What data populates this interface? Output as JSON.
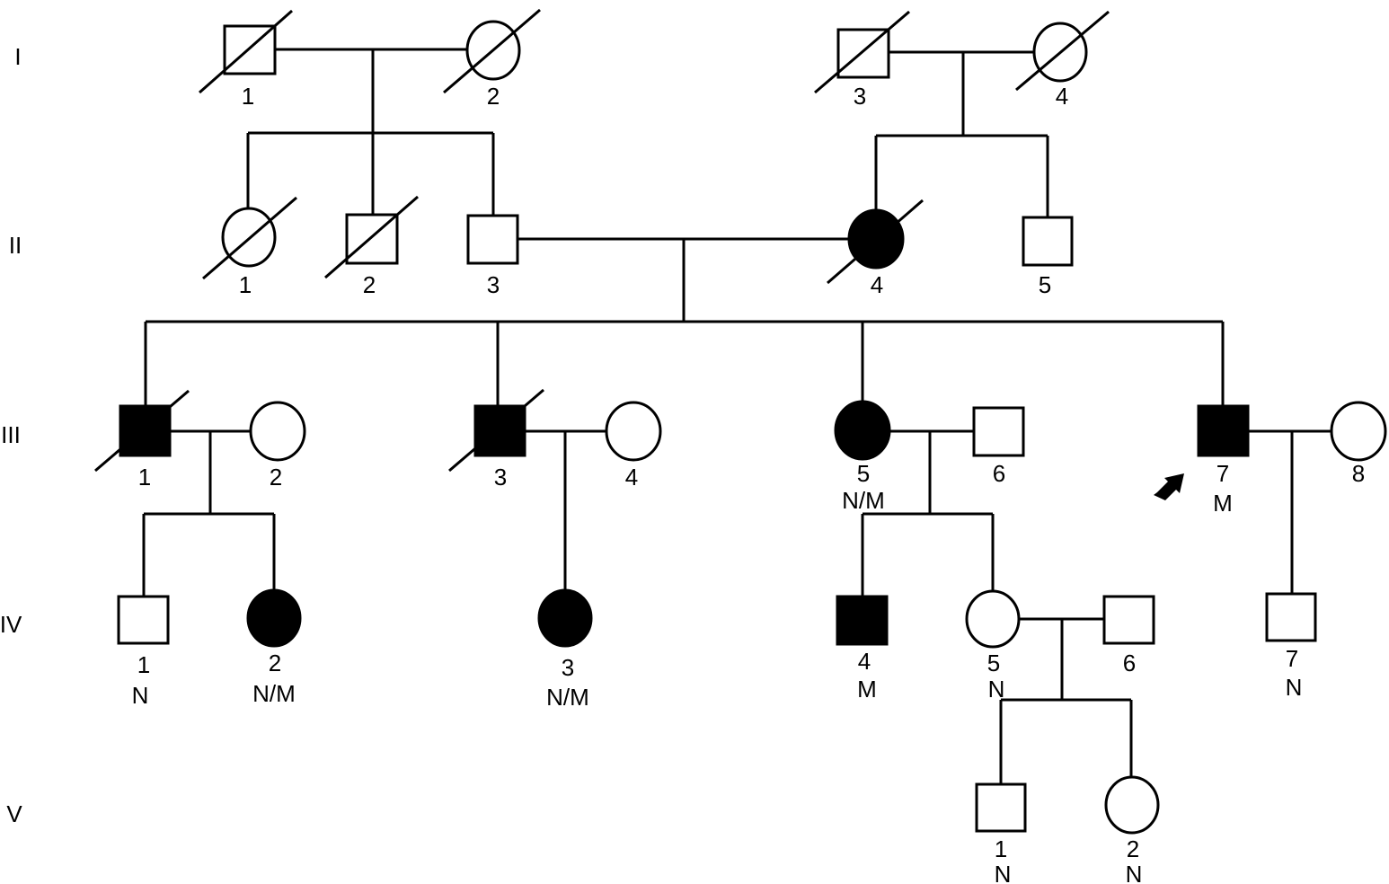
{
  "generations": [
    "I",
    "II",
    "III",
    "IV",
    "V"
  ],
  "individuals": {
    "I_1": {
      "number": "1",
      "sex": "male",
      "affected": false,
      "deceased": true
    },
    "I_2": {
      "number": "2",
      "sex": "female",
      "affected": false,
      "deceased": true
    },
    "I_3": {
      "number": "3",
      "sex": "male",
      "affected": false,
      "deceased": true
    },
    "I_4": {
      "number": "4",
      "sex": "female",
      "affected": false,
      "deceased": true
    },
    "II_1": {
      "number": "1",
      "sex": "female",
      "affected": false,
      "deceased": true
    },
    "II_2": {
      "number": "2",
      "sex": "male",
      "affected": false,
      "deceased": true
    },
    "II_3": {
      "number": "3",
      "sex": "male",
      "affected": false,
      "deceased": false
    },
    "II_4": {
      "number": "4",
      "sex": "female",
      "affected": true,
      "deceased": true
    },
    "II_5": {
      "number": "5",
      "sex": "male",
      "affected": false,
      "deceased": false
    },
    "III_1": {
      "number": "1",
      "sex": "male",
      "affected": true,
      "deceased": true
    },
    "III_2": {
      "number": "2",
      "sex": "female",
      "affected": false,
      "deceased": false
    },
    "III_3": {
      "number": "3",
      "sex": "male",
      "affected": true,
      "deceased": true
    },
    "III_4": {
      "number": "4",
      "sex": "female",
      "affected": false,
      "deceased": false
    },
    "III_5": {
      "number": "5",
      "sex": "female",
      "affected": true,
      "deceased": false,
      "genotype": "N/M"
    },
    "III_6": {
      "number": "6",
      "sex": "male",
      "affected": false,
      "deceased": false
    },
    "III_7": {
      "number": "7",
      "sex": "male",
      "affected": true,
      "deceased": false,
      "genotype": "M",
      "proband": true
    },
    "III_8": {
      "number": "8",
      "sex": "female",
      "affected": false,
      "deceased": false
    },
    "IV_1": {
      "number": "1",
      "sex": "male",
      "affected": false,
      "deceased": false,
      "genotype": "N"
    },
    "IV_2": {
      "number": "2",
      "sex": "female",
      "affected": true,
      "deceased": false,
      "genotype": "N/M"
    },
    "IV_3": {
      "number": "3",
      "sex": "female",
      "affected": true,
      "deceased": false,
      "genotype": "N/M"
    },
    "IV_4": {
      "number": "4",
      "sex": "male",
      "affected": true,
      "deceased": false,
      "genotype": "M"
    },
    "IV_5": {
      "number": "5",
      "sex": "female",
      "affected": false,
      "deceased": false,
      "genotype": "N"
    },
    "IV_6": {
      "number": "6",
      "sex": "male",
      "affected": false,
      "deceased": false
    },
    "IV_7": {
      "number": "7",
      "sex": "male",
      "affected": false,
      "deceased": false,
      "genotype": "N"
    },
    "V_1": {
      "number": "1",
      "sex": "male",
      "affected": false,
      "deceased": false,
      "genotype": "N"
    },
    "V_2": {
      "number": "2",
      "sex": "female",
      "affected": false,
      "deceased": false,
      "genotype": "N"
    }
  }
}
